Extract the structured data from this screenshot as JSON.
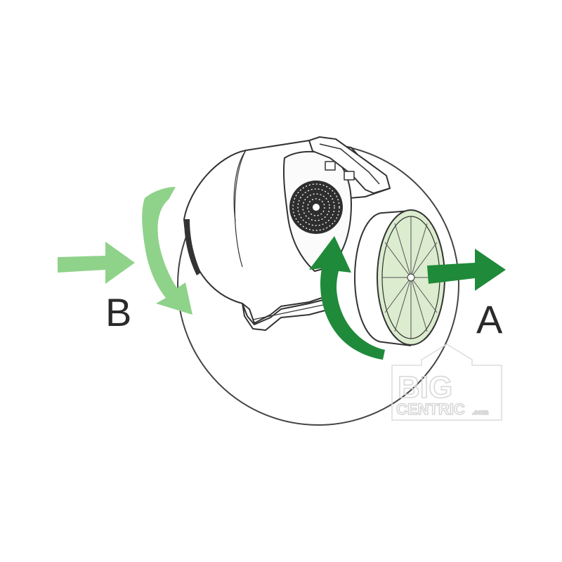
{
  "labels": {
    "a": "A",
    "b": "B"
  },
  "watermark": {
    "line1": "BIG",
    "line2": "CENTRIC",
    "suffix": ".com"
  },
  "colors": {
    "arrow_light": "#8fd28a",
    "arrow_dark": "#1f8a3a",
    "filter_fill": "#dceccf",
    "line": "#333333",
    "watermark": "#d8d8d8"
  }
}
